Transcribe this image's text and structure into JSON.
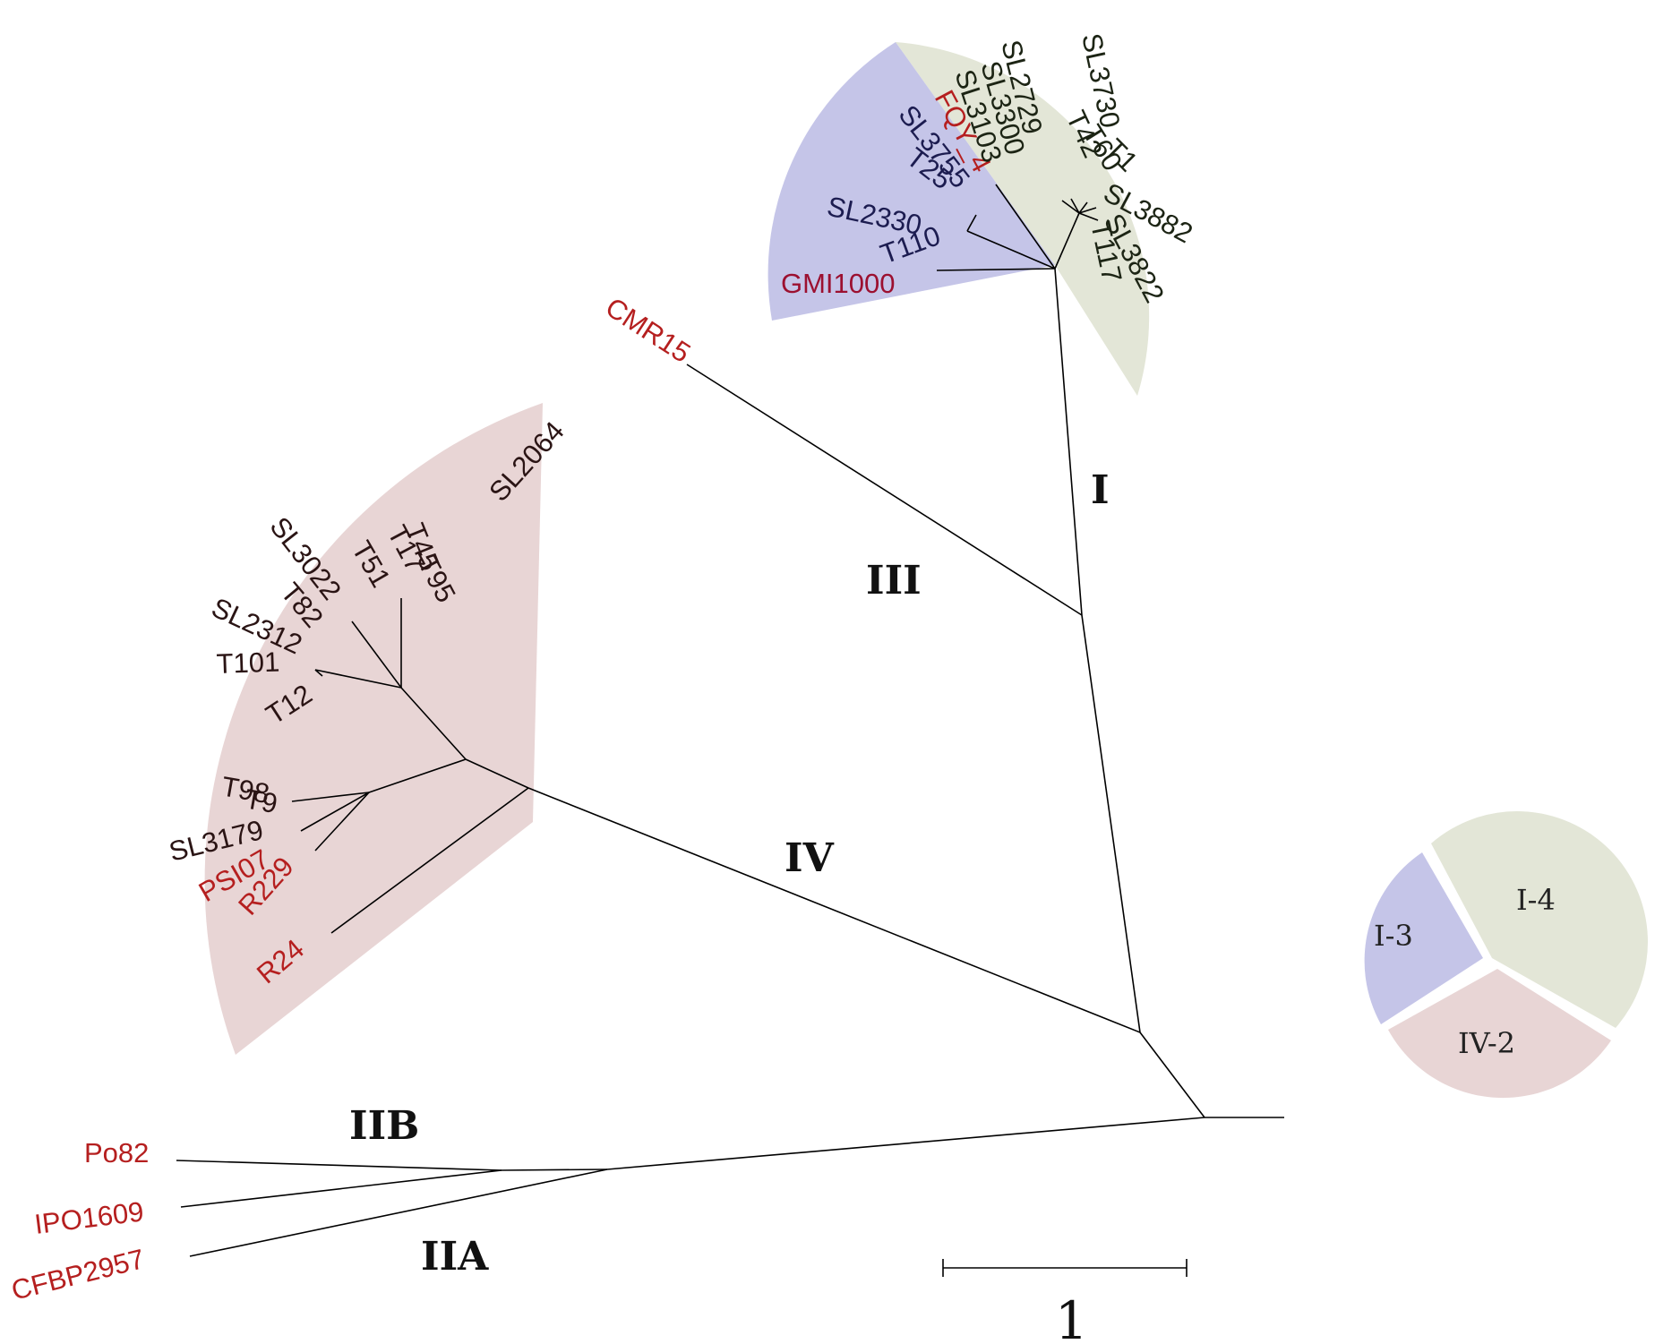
{
  "colors": {
    "subgroup_I3": "#c5c5e8",
    "subgroup_I4": "#e3e6d7",
    "subgroup_IV2": "#e8d5d5",
    "reference_strain": "#b51f1f",
    "gmi_strain": "#9c1030",
    "i3_text": "#1c1c50",
    "iv2_text": "#2a1414",
    "i4_text": "#1c2414",
    "branch": "#000000"
  },
  "clades": {
    "I": "I",
    "III": "III",
    "IV": "IV",
    "IIB": "IIB",
    "IIA": "IIA"
  },
  "leaves": {
    "CMR15": "CMR15",
    "GMI1000": "GMI1000",
    "T110": "T110",
    "SL2330": "SL2330",
    "T25": "T25",
    "SL3755": "SL3755",
    "FQY_4": "FQY_4",
    "SL3103": "SL3103",
    "SL3300": "SL3300",
    "SL2729": "SL2729",
    "SL3730": "SL3730",
    "T42": "T42",
    "T60": "T60",
    "T1": "T1",
    "SL3882": "SL3882",
    "SL3822": "SL3822",
    "T117": "T117",
    "SL2064": "SL2064",
    "T95": "T95",
    "T17": "T17",
    "T45": "T45",
    "T51": "T51",
    "SL3022": "SL3022",
    "T82": "T82",
    "SL2312": "SL2312",
    "T101": "T101",
    "T12": "T12",
    "T98": "T98",
    "T9": "T9",
    "SL3179": "SL3179",
    "PSI07": "PSI07",
    "R229": "R229",
    "R24": "R24",
    "Po82": "Po82",
    "IPO1609": "IPO1609",
    "CFBP2957": "CFBP2957"
  },
  "key": {
    "I3": "I-3",
    "I4": "I-4",
    "IV2": "IV-2"
  },
  "scale_bar": {
    "label": "1",
    "value": 1
  }
}
